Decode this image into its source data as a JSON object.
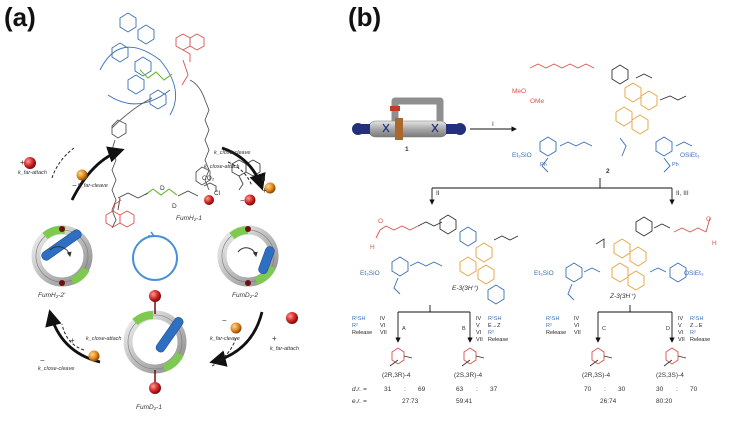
{
  "panels": {
    "a": "(a)",
    "b": "(b)"
  },
  "panel_a": {
    "species": {
      "top": "FumH₂-1",
      "right": "FumD₂-2",
      "left": "FumH₂-2′",
      "bottom": "FumD₂-1"
    },
    "rates": {
      "far_attach_top": "k_far-attach",
      "far_cleave_top": "k_far-cleave",
      "close_cleave_top": "k_close-cleave",
      "close_attach_top": "k_close-attach",
      "close_attach_bottom": "k_close-attach",
      "close_cleave_bottom": "k_close-cleave",
      "far_cleave_bottom": "k_far-cleave",
      "far_attach_bottom": "k_far-attach"
    },
    "signs": {
      "plus": "+",
      "minus": "−"
    },
    "reagents": {
      "co2": "CO₂",
      "ii": "II",
      "cl": "Cl"
    },
    "labels_D": "D"
  },
  "panel_b": {
    "compounds": {
      "c1": "1",
      "c2": "2",
      "c3E": "E-3(3H⁺)",
      "c3Z": "Z-3(3H⁺)"
    },
    "steps": {
      "i": "I",
      "ii": "II",
      "ii_iii": "II, III"
    },
    "substituents": {
      "et3sio": "Et₃SiO",
      "osiet3": "OSiEt₃",
      "ph": "Ph",
      "meo": "MeO",
      "ome": "OMe",
      "h": "H",
      "o": "O"
    },
    "branches": [
      {
        "steps": [
          "R¹SH",
          "R²",
          "Release"
        ],
        "roman": [
          "IV",
          "VI",
          "VII"
        ],
        "letter": "A"
      },
      {
        "steps": [
          "R¹SH",
          "E→Z",
          "R²",
          "Release"
        ],
        "roman": [
          "IV",
          "V",
          "VI",
          "VII"
        ],
        "letter": "B"
      },
      {
        "steps": [
          "R¹SH",
          "R²",
          "Release"
        ],
        "roman": [
          "IV",
          "VI",
          "VII"
        ],
        "letter": "C"
      },
      {
        "steps": [
          "R¹SH",
          "Z→E",
          "R²",
          "Release"
        ],
        "roman": [
          "IV",
          "V",
          "VI",
          "VII"
        ],
        "letter": "D"
      }
    ],
    "products": [
      "(2R,3R)-4",
      "(2S,3R)-4",
      "(2R,3S)-4",
      "(2S,3S)-4"
    ],
    "dr_label": "d.r. =",
    "er_label": "e.r. =",
    "dr_values": [
      "31",
      "69",
      "63",
      "37",
      "70",
      "30",
      "30",
      "70"
    ],
    "er_values": [
      "27:73",
      "59:41",
      "26:74",
      "80:20"
    ],
    "ratio_sep": ":"
  },
  "colors": {
    "blue": "#3a6fb5",
    "red": "#d9534f",
    "green": "#6fba3a",
    "orange": "#e8a13a",
    "grey": "#9a9a9a"
  }
}
